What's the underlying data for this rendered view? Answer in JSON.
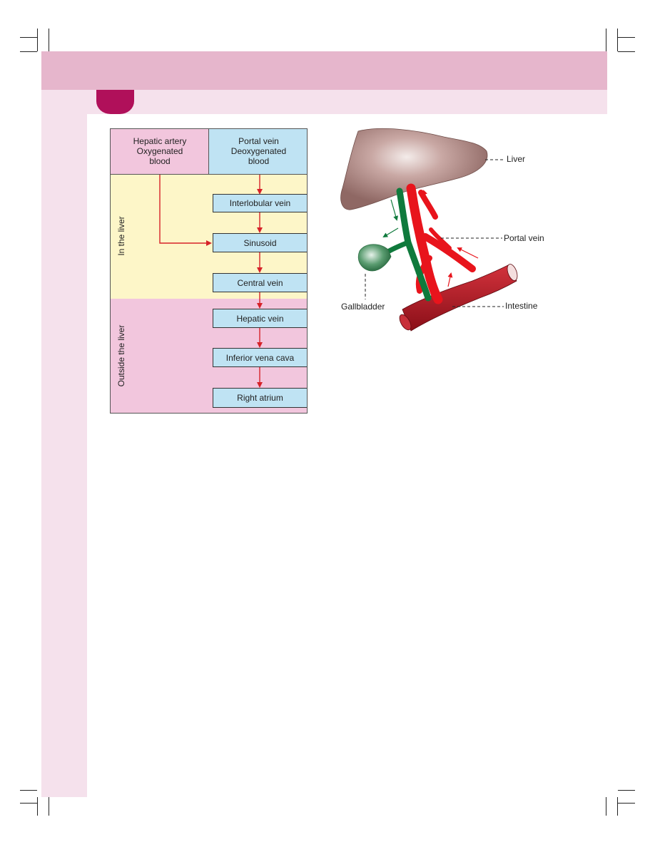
{
  "flowchart": {
    "header_left": "Hepatic artery\nOxygenated\nblood",
    "header_right": "Portal vein\nDeoxygenated\nblood",
    "zone_in_label": "In the liver",
    "zone_out_label": "Outside the liver",
    "boxes": [
      "Interlobular vein",
      "Sinusoid",
      "Central vein",
      "Hepatic vein",
      "Inferior vena cava",
      "Right atrium"
    ],
    "colors": {
      "header_left_bg": "#f2c6dd",
      "header_right_bg": "#bfe3f3",
      "in_liver_bg": "#fdf6c8",
      "outside_bg": "#f2c6dd",
      "arrow": "#d62229"
    }
  },
  "anatomy": {
    "labels": {
      "liver": "Liver",
      "portal_vein": "Portal vein",
      "gallbladder": "Gallbladder",
      "intestine": "Intestine"
    },
    "colors": {
      "liver": "#a8807c",
      "portal_vein": "#e8141c",
      "bile_duct": "#0f7a3c",
      "gallbladder": "#3f8f5c",
      "intestine": "#b01822"
    }
  }
}
